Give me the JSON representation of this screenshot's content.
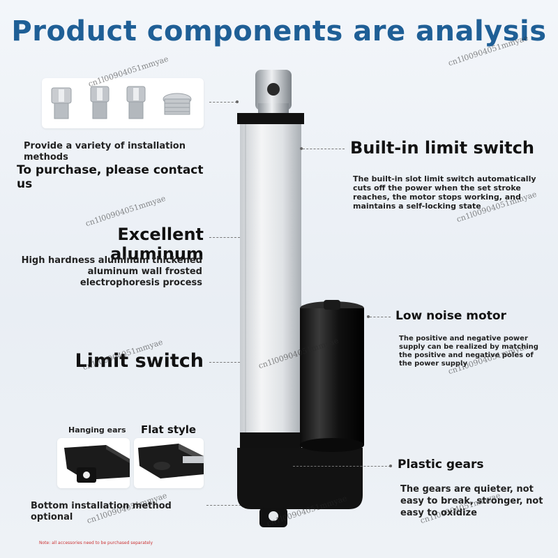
{
  "title": "Product components are analysis",
  "left": {
    "install_methods": "Provide a variety of installation methods",
    "purchase": "To purchase, please contact us",
    "aluminum_title": "Excellent aluminum",
    "aluminum_desc_1": "High hardness aluminum thickened",
    "aluminum_desc_2": "aluminum wall frosted",
    "aluminum_desc_3": "electrophoresis process",
    "limit_switch_title": "Limit switch",
    "hanging_ears": "Hanging ears",
    "flat_style": "Flat style",
    "bottom_install": "Bottom installation method optional",
    "note": "Note: all accessories need to be purchased separately"
  },
  "right": {
    "builtin_title": "Built-in limit switch",
    "builtin_desc_1": "The built-in slot limit switch automatically",
    "builtin_desc_2": "cuts off the power when the set stroke",
    "builtin_desc_3": "reaches, the motor stops working, and",
    "builtin_desc_4": "maintains a self-locking state",
    "motor_title": "Low noise motor",
    "motor_desc_1": "The positive and negative power",
    "motor_desc_2": "supply can be realized by matching",
    "motor_desc_3": "the positive and negative poles of",
    "motor_desc_4": "the power supply",
    "gears_title": "Plastic gears",
    "gears_desc_1": "The gears are quieter, not",
    "gears_desc_2": "easy to break, stronger, not",
    "gears_desc_3": "easy to oxidize"
  },
  "watermark": "cn1l00904051mmyae"
}
